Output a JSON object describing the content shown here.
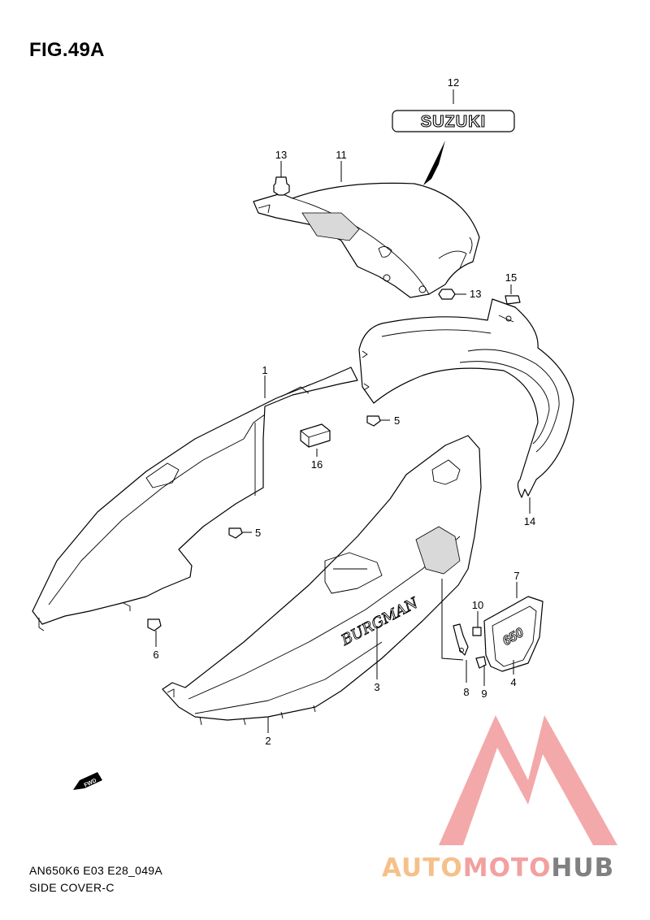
{
  "figure": {
    "title": "FIG.49A",
    "code": "AN650K6 E03 E28_049A",
    "name": "SIDE COVER-C"
  },
  "parts": {
    "p1": "1",
    "p2": "2",
    "p3": "3",
    "p4": "4",
    "p5a": "5",
    "p5b": "5",
    "p6": "6",
    "p7": "7",
    "p8": "8",
    "p9": "9",
    "p10": "10",
    "p11": "11",
    "p12": "12",
    "p13a": "13",
    "p13b": "13",
    "p14": "14",
    "p15": "15",
    "p16": "16"
  },
  "emblems": {
    "brand": "SUZUKI",
    "model_script": "BURGMAN",
    "badge": "650",
    "fwd": "FWD"
  },
  "watermark": {
    "part1": "AUTO",
    "part2": "MOTO",
    "part3": "HUB",
    "colors": {
      "orange": "#f6c08a",
      "red": "#f2a0a0",
      "gray": "#808080"
    }
  }
}
